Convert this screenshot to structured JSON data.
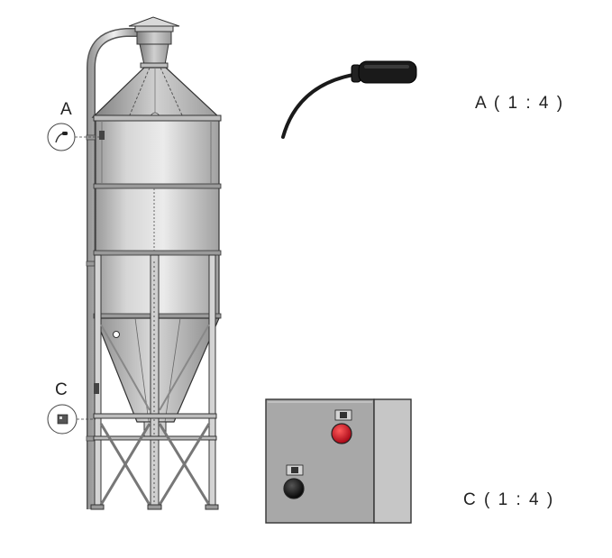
{
  "callouts": {
    "a": {
      "letter": "A"
    },
    "c": {
      "letter": "C"
    }
  },
  "details": {
    "a": {
      "label": "A ( 1 : 4 )"
    },
    "c": {
      "label": "C ( 1 : 4 )"
    }
  },
  "colors": {
    "steel_light": "#e6e6e6",
    "steel_mid": "#bdbdbd",
    "steel_dark": "#8c8c8c",
    "outline": "#333333",
    "panel_body": "#a8a8a8",
    "panel_side": "#c6c6c6",
    "red_button": "#c8102e",
    "black_button": "#111111",
    "sensor_black": "#1a1a1a"
  },
  "icons": {
    "sensor": "level-sensor-icon",
    "control_box": "control-box-icon"
  }
}
